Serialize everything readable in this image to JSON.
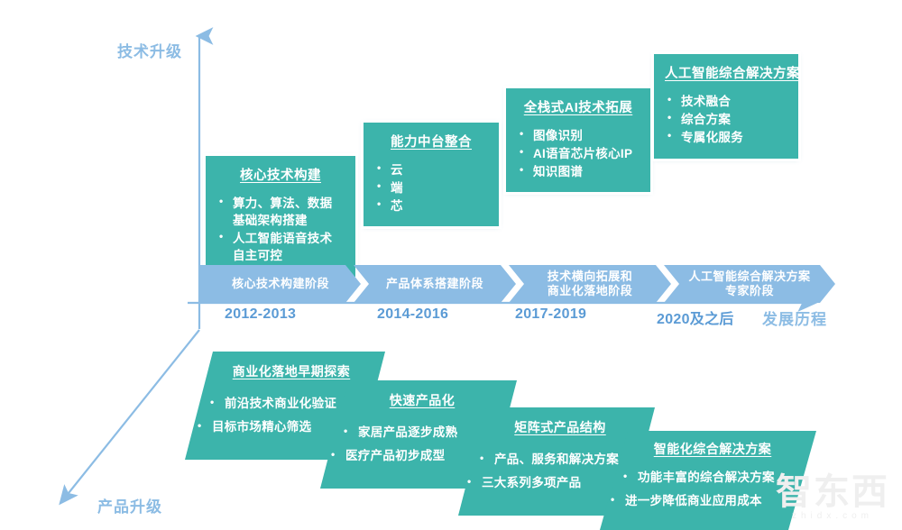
{
  "axes": {
    "y_top_label": "技术升级",
    "x_right_label": "发展历程",
    "y_bottom_label": "产品升级",
    "axis_color": "#8CBCE4"
  },
  "colors": {
    "teal": "#3CB4AB",
    "blue": "#8CBCE4",
    "year_text": "#5B9BD5",
    "white": "#FFFFFF",
    "watermark": "#EFEFEF"
  },
  "tech_cards": [
    {
      "title": "核心技术构建",
      "bullets": [
        "算力、算法、数据基础架构搭建",
        "人工智能语音技术自主可控"
      ]
    },
    {
      "title": "能力中台整合",
      "bullets": [
        "云",
        "端",
        "芯"
      ]
    },
    {
      "title": "全栈式AI技术拓展",
      "bullets": [
        "图像识别",
        "AI语音芯片核心IP",
        "知识图谱"
      ]
    },
    {
      "title": "人工智能综合解决方案",
      "bullets": [
        "技术融合",
        "综合方案",
        "专属化服务"
      ]
    }
  ],
  "timeline": {
    "stages": [
      "核心技术构建阶段",
      "产品体系搭建阶段",
      "技术横向拓展和\n商业化落地阶段",
      "人工智能综合解决方案\n专家阶段"
    ],
    "years": [
      "2012-2013",
      "2014-2016",
      "2017-2019",
      "2020及之后"
    ]
  },
  "product_cards": [
    {
      "title": "商业化落地早期探索",
      "bullets": [
        "前沿技术商业化验证",
        "目标市场精心筛选"
      ]
    },
    {
      "title": "快速产品化",
      "bullets": [
        "家居产品逐步成熟",
        "医疗产品初步成型"
      ]
    },
    {
      "title": "矩阵式产品结构",
      "bullets": [
        "产品、服务和解决方案",
        "三大系列多项产品"
      ]
    },
    {
      "title": "智能化综合解决方案",
      "bullets": [
        "功能丰富的综合解决方案",
        "进一步降低商业应用成本"
      ]
    }
  ],
  "watermark": {
    "text": "智东西",
    "sub": "zhidx.com"
  }
}
